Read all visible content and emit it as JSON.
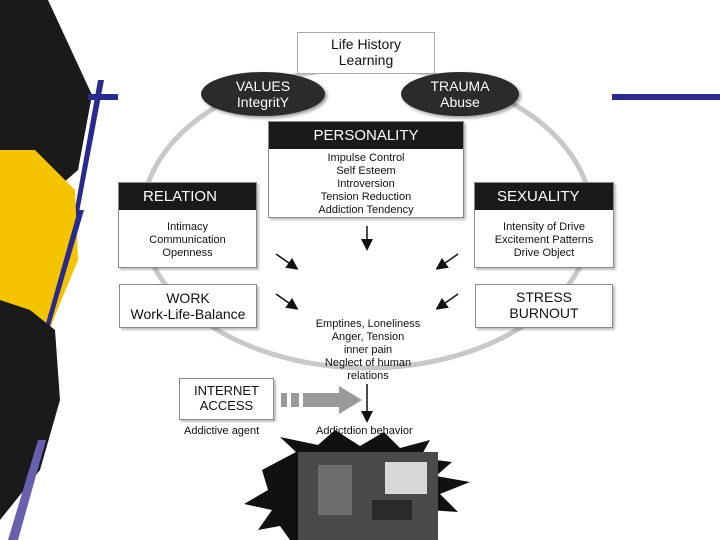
{
  "diagram": {
    "life_history": [
      "Life History",
      "Learning"
    ],
    "values": [
      "VALUES",
      "IntegritY"
    ],
    "trauma": [
      "TRAUMA",
      "Abuse"
    ],
    "personality": {
      "header": "PERSONALITY",
      "items": [
        "Impulse Control",
        "Self Esteem",
        "Introversion",
        "Tension Reduction",
        "Addiction Tendency"
      ]
    },
    "relation": {
      "header": "RELATION",
      "items": [
        "Intimacy",
        "Communication",
        "Openness"
      ]
    },
    "sexuality": {
      "header": "SEXUALITY",
      "items": [
        "Intensity of Drive",
        "Excitement Patterns",
        "Drive Object"
      ]
    },
    "work": [
      "WORK",
      "Work-Life-Balance"
    ],
    "stress": [
      "STRESS",
      "BURNOUT"
    ],
    "center": [
      "Emptines, Loneliness",
      "Anger, Tension",
      "inner pain",
      "Neglect of human",
      "relations"
    ],
    "internet": [
      "INTERNET",
      "ACCESS"
    ],
    "addictive_agent": "Addictive agent",
    "addiction_behavior": "Addictdion behavior"
  },
  "colors": {
    "dark": "#1a1a1a",
    "accent_yellow": "#f5c400",
    "accent_orange": "#e87722",
    "accent_navy": "#2a2a8c",
    "accent_purple": "#6a5fae"
  }
}
